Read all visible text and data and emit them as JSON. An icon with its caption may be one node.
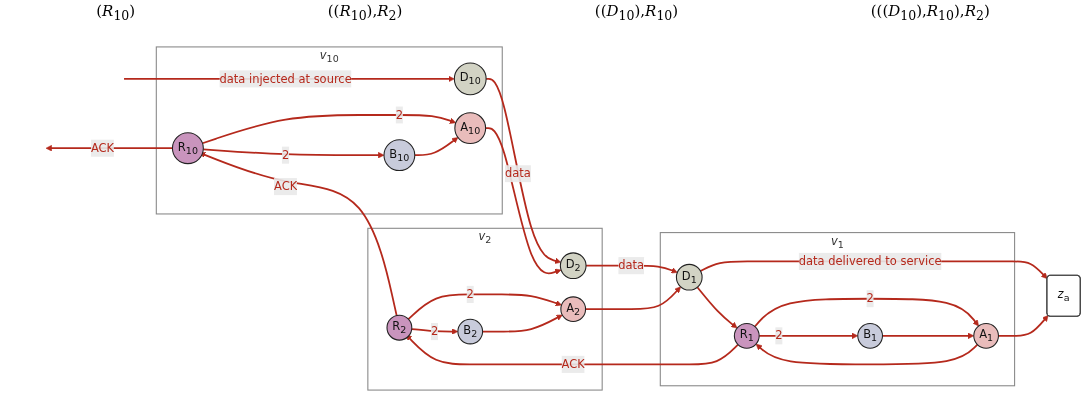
{
  "diagram": {
    "nodes": [
      {
        "text": [
          "*v*$_{10}$"
        ]
      },
      {
        "text": [
          "R$_{10}$"
        ],
        "in": 0
      },
      {
        "text": [
          "B$_{10}$"
        ],
        "in": 0
      },
      {
        "text": [
          "A$_{10}$"
        ],
        "in": 0
      },
      {
        "text": [
          "D$_{10}$"
        ],
        "in": 0
      },
      {
        "text": [
          "*v*$_{2}$"
        ]
      },
      {
        "text": [
          "R$_{2}$"
        ],
        "in": 5
      },
      {
        "text": [
          "B$_{2}$"
        ],
        "in": 5
      },
      {
        "text": [
          "A$_{2}$"
        ],
        "in": 5
      },
      {
        "text": [
          "D$_{2}$"
        ],
        "in": 5
      },
      {
        "text": [
          "*v*$_{1}$"
        ]
      },
      {
        "text": [
          "R$_{1}$"
        ],
        "in": 10
      },
      {
        "text": [
          "B$_{1}$"
        ],
        "in": 10
      },
      {
        "text": [
          "A$_{1}$"
        ],
        "in": 10
      },
      {
        "text": [
          "D$_{1}$"
        ],
        "in": 10
      },
      {
        "text": [
          "*z*$_{a}$"
        ]
      }
    ],
    "edges": [
      {
        "from": null,
        "to": 4,
        "arrow": "to",
        "label": "data injected at source"
      },
      {
        "from": 4,
        "to": 9,
        "arrow": "to",
        "label": "data"
      },
      {
        "from": 3,
        "to": 9,
        "arrow": "to"
      },
      {
        "from": 9,
        "to": 14,
        "arrow": "to",
        "label": "data"
      },
      {
        "from": 8,
        "to": 14,
        "arrow": "to"
      },
      {
        "from": 14,
        "to": 15,
        "arrow": "to",
        "label": "data delivered to service"
      },
      {
        "from": 13,
        "to": 15,
        "arrow": "to"
      },
      {
        "from": 14,
        "to": 11,
        "arrow": "to"
      },
      {
        "from": 13,
        "to": 11,
        "arrow": "to"
      },
      {
        "from": 11,
        "to": 6,
        "arrow": "to",
        "label": "ACK"
      },
      {
        "from": 11,
        "to": 12,
        "arrow": "to",
        "label": "2"
      },
      {
        "from": 11,
        "to": 13,
        "arrow": "to",
        "label": "2"
      },
      {
        "from": 12,
        "to": 13,
        "arrow": "to"
      },
      {
        "from": 6,
        "to": 1,
        "arrow": "to",
        "label": "ACK"
      },
      {
        "from": 6,
        "to": 7,
        "arrow": "to",
        "label": "2"
      },
      {
        "from": 6,
        "to": 8,
        "arrow": "to",
        "label": "2"
      },
      {
        "from": 7,
        "to": 8,
        "arrow": "to"
      },
      {
        "from": 1,
        "to": null,
        "arrow": "to",
        "label": "ACK"
      },
      {
        "from": 1,
        "to": 2,
        "arrow": "to",
        "label": "2"
      },
      {
        "from": 1,
        "to": 3,
        "arrow": "to",
        "label": "2"
      },
      {
        "from": 2,
        "to": 3,
        "arrow": "to"
      }
    ],
    "labels": [
      "(*R*$_{10}$)",
      "((*R*$_{10}$),*R*$_{2}$)",
      "((*D*$_{10}$),*R*$_{10}$)",
      "(((*D*$_{10}$),*R*$_{10}$),*R*$_{2}$)"
    ]
  }
}
